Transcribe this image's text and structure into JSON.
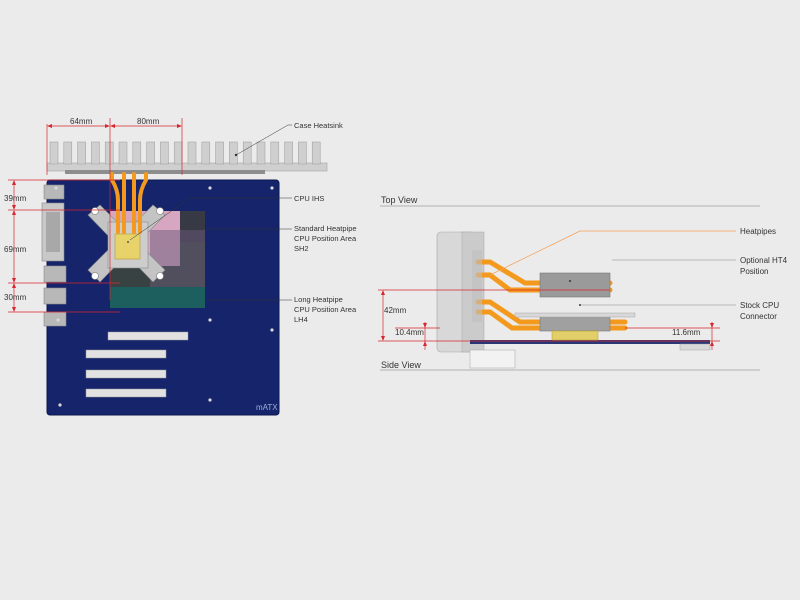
{
  "left_diagram": {
    "heatsink_label": "Case Heatsink",
    "dim_64": "64mm",
    "dim_80": "80mm",
    "dim_39": "39mm",
    "dim_69": "69mm",
    "dim_30": "30mm",
    "cpu_ihs_label": "CPU IHS",
    "standard_area_line1": "Standard Heatpipe",
    "standard_area_line2": "CPU Position Area",
    "standard_area_line3": "SH2",
    "long_area_line1": "Long Heatpipe",
    "long_area_line2": "CPU Position Area",
    "long_area_line3": "LH4",
    "board_label": "mATX"
  },
  "right_diagram": {
    "top_view_label": "Top View",
    "side_view_label": "Side View",
    "heatpipes_label": "Heatpipes",
    "optional_line1": "Optional HT4",
    "optional_line2": "Position",
    "stock_line1": "Stock CPU",
    "stock_line2": "Connector",
    "dim_42": "42mm",
    "dim_104": "10.4mm",
    "dim_116": "11.6mm"
  },
  "colors": {
    "board": "#15246b",
    "heatpipe": "#f39a1e",
    "dim_line": "#d9262f",
    "leader": "#f4a15a",
    "metal": "#c9c9c9"
  }
}
